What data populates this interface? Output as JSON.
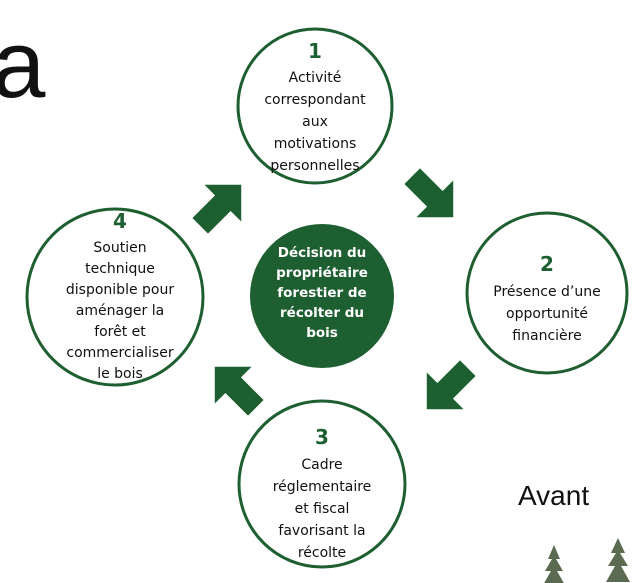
{
  "slide": {
    "title_fragment": "a",
    "footer_word": "Avant"
  },
  "colors": {
    "dark_green": "#1e5f31",
    "circle_stroke": "#1e5f31",
    "text": "#111111",
    "center_text": "#ffffff"
  },
  "center": {
    "lines": [
      "Décision du",
      "propriétaire",
      "forestier de",
      "récolter du",
      "bois"
    ]
  },
  "steps": [
    {
      "number": "1",
      "lines": [
        "Activité",
        "correspondant",
        "aux",
        "motivations",
        "personnelles"
      ]
    },
    {
      "number": "2",
      "lines": [
        "Présence d’une",
        "opportunité",
        "financière"
      ]
    },
    {
      "number": "3",
      "lines": [
        "Cadre",
        "réglementaire",
        "et fiscal",
        "favorisant la",
        "récolte"
      ]
    },
    {
      "number": "4",
      "lines": [
        "Soutien",
        "technique",
        "disponible pour",
        "aménager la",
        "forêt et",
        "commercialiser",
        "le bois"
      ]
    }
  ],
  "icons": {
    "arrows": [
      "arrow-icon-top-left",
      "arrow-icon-top-right",
      "arrow-icon-bottom-right",
      "arrow-icon-bottom-left"
    ],
    "trees": [
      "tree-icon",
      "tree-icon"
    ]
  }
}
